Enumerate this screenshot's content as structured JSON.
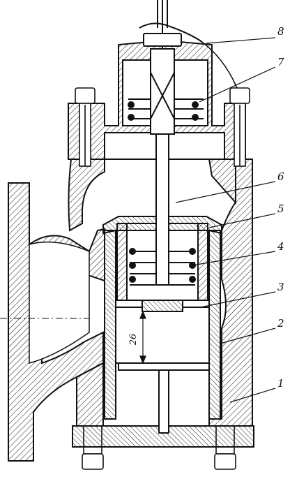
{
  "figure": {
    "callouts": [
      {
        "id": "1",
        "label": "1"
      },
      {
        "id": "2",
        "label": "2"
      },
      {
        "id": "3",
        "label": "3"
      },
      {
        "id": "4",
        "label": "4"
      },
      {
        "id": "5",
        "label": "5"
      },
      {
        "id": "6",
        "label": "6"
      },
      {
        "id": "7",
        "label": "7"
      },
      {
        "id": "8",
        "label": "8"
      }
    ],
    "dimension": {
      "value": "26"
    }
  },
  "colors": {
    "ink": "#111111",
    "paper": "#ffffff",
    "hatch": "#222222"
  }
}
